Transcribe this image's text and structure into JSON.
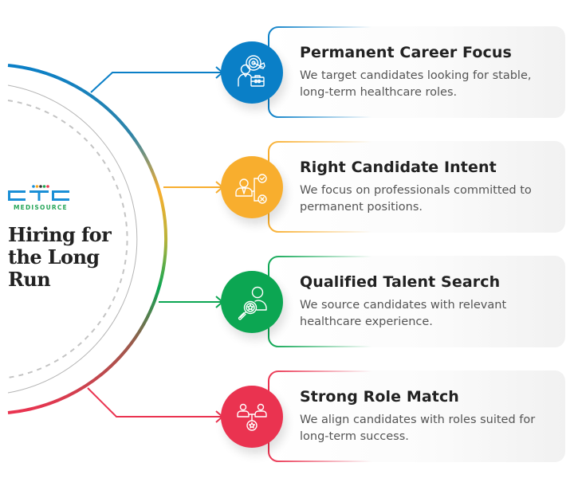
{
  "brand": {
    "logo_text": "CTC",
    "logo_subtext": "MEDISOURCE",
    "logo_dot_colors": [
      "#1a8fd6",
      "#f7a823",
      "#333333",
      "#1fa651",
      "#ea3a52"
    ],
    "logo_color": "#1a8fd6",
    "subtext_color": "#27a65a"
  },
  "heading": {
    "lines": [
      "Hiring for",
      "the Long",
      "Run"
    ]
  },
  "items": [
    {
      "title": "Permanent Career Focus",
      "description": "We target candidates looking for stable, long-term healthcare roles.",
      "icon": "career-target-icon",
      "color": "#0a7fc7"
    },
    {
      "title": "Right Candidate Intent",
      "description": "We focus on professionals committed to permanent positions.",
      "icon": "candidate-decision-icon",
      "color": "#f8ae2e"
    },
    {
      "title": "Qualified Talent Search",
      "description": "We source candidates with relevant healthcare experience.",
      "icon": "talent-search-icon",
      "color": "#0ca652"
    },
    {
      "title": "Strong Role Match",
      "description": "We align candidates with roles suited for long-term success.",
      "icon": "role-match-icon",
      "color": "#ea3350"
    }
  ]
}
